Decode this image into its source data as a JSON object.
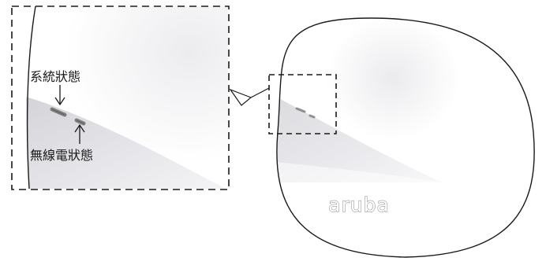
{
  "labels": {
    "system_status": "系統狀態",
    "radio_status": "無線電狀態"
  },
  "device": {
    "brand": "aruba"
  },
  "colors": {
    "outline": "#1a1a1a",
    "body_light": "#ffffff",
    "body_shade": "#dcdcdf",
    "led": "#9a9a9a"
  }
}
